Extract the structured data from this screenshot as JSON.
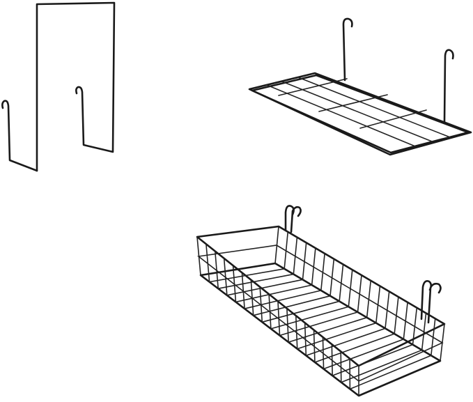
{
  "image": {
    "background": "#ffffff",
    "wire_color": "#1a1a1a",
    "objects": [
      "wire-hook-bracket",
      "wire-shelf",
      "wire-basket"
    ]
  }
}
